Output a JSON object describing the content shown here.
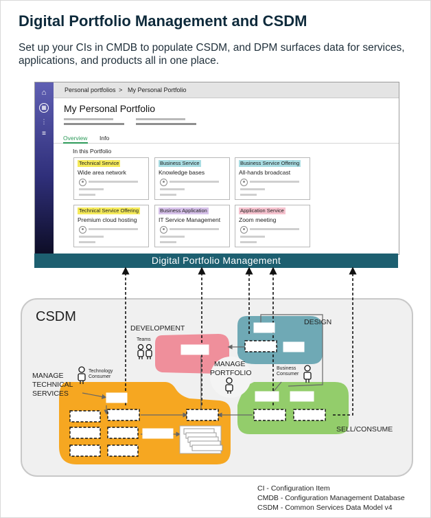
{
  "header": {
    "title": "Digital Portfolio Management and CSDM",
    "subtitle": "Set up your CIs in CMDB to populate CSDM, and DPM surfaces data for services, applications, and products all in one place."
  },
  "portfolio_window": {
    "breadcrumb": [
      "Personal portfolios",
      ">",
      "My Personal Portfolio"
    ],
    "page_title": "My Personal Portfolio",
    "tabs": [
      {
        "label": "Overview",
        "active": true
      },
      {
        "label": "Info",
        "active": false
      }
    ],
    "section_label": "In this Portfolio",
    "cards": [
      {
        "tag": "Technical Service",
        "tag_color": "#f5ea5a",
        "name": "Wide area network"
      },
      {
        "tag": "Business Service",
        "tag_color": "#a9dde3",
        "name": "Knowledge bases"
      },
      {
        "tag": "Business Service Offering",
        "tag_color": "#a9dde3",
        "name": "All-hands broadcast"
      },
      {
        "tag": "Technical Service Offering",
        "tag_color": "#f5ea5a",
        "name": "Premium cloud hosting"
      },
      {
        "tag": "Business Application",
        "tag_color": "#d7c2ea",
        "name": "IT Service Management"
      },
      {
        "tag": "Application Service",
        "tag_color": "#f6c3cf",
        "name": "Zoom meeting"
      }
    ],
    "banner": "Digital Portfolio Management"
  },
  "diagram": {
    "title": "CSDM",
    "areas": {
      "development": "DEVELOPMENT",
      "design": "DESIGN",
      "manage_portfolio": [
        "MANAGE",
        "PORTFOLIO"
      ],
      "manage_technical_services": [
        "MANAGE",
        "TECHNICAL",
        "SERVICES"
      ],
      "sell_consume": "SELL/CONSUME"
    },
    "personas": {
      "teams": "Teams",
      "technology_consumer": [
        "Technology",
        "Consumer"
      ],
      "business_consumer": [
        "Business",
        "Consumer"
      ]
    },
    "colors": {
      "orange": "#f6a721",
      "pink": "#ef8f9b",
      "teal": "#6fa9b5",
      "green": "#93cd6b",
      "banner": "#1d5f70"
    }
  },
  "legend": [
    "CI - Configuration Item",
    "CMDB - Configuration Management Database",
    "CSDM - Common Services Data Model v4"
  ]
}
